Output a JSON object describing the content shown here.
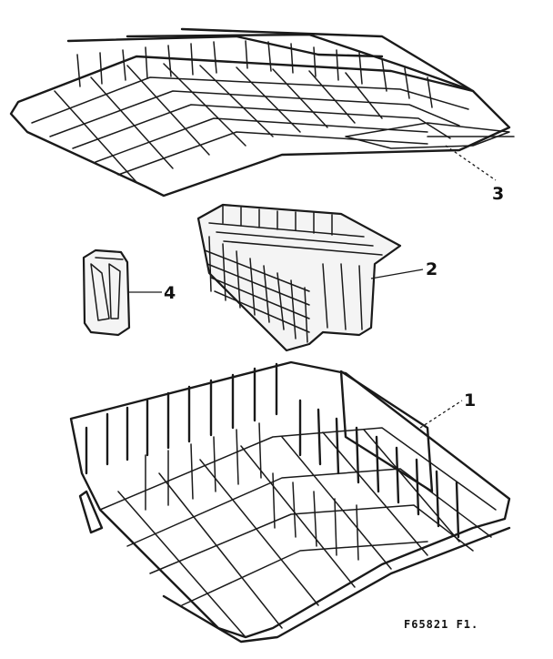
{
  "diagram": {
    "callouts": [
      {
        "id": "1",
        "label": "1"
      },
      {
        "id": "2",
        "label": "2"
      },
      {
        "id": "3",
        "label": "3"
      },
      {
        "id": "4",
        "label": "4"
      }
    ],
    "figure_code": "F65821 F1."
  }
}
